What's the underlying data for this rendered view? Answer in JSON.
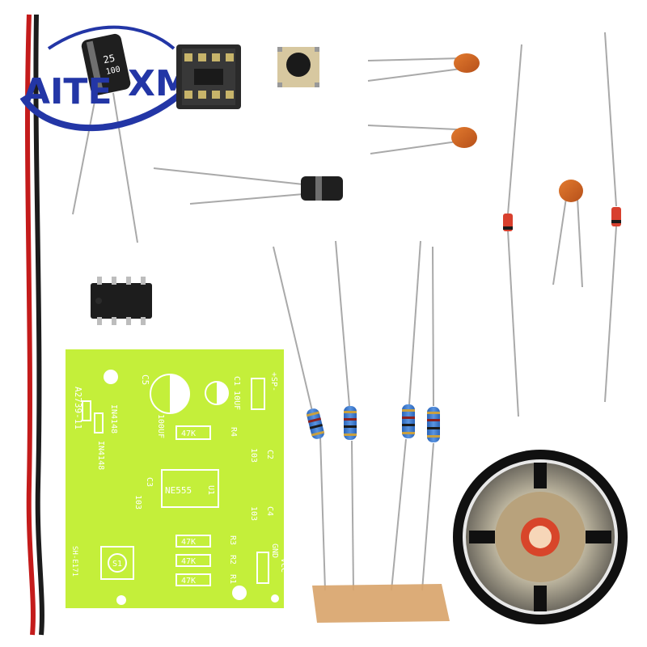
{
  "logo": {
    "text_left": "AITE",
    "text_right": "XM",
    "color": "#2336a6"
  },
  "capacitor_electrolytic_marking": {
    "voltage": "25",
    "capacitance": "100"
  },
  "pcb": {
    "board_color": "#c4ef3a",
    "silkscreen_color": "#ffffff",
    "labels": {
      "model": "A2739-11",
      "diode_a": "IN4148",
      "diode_b": "IN4148",
      "c5": "C5",
      "c5_value": "100UF",
      "c1": "C1 10UF",
      "sp": "+SP-",
      "r4_value": "47K",
      "r4": "R4",
      "c2": "C2",
      "c2_value": "103",
      "c3": "C3",
      "c3_value": "103",
      "u1_name": "NE555",
      "u1": "U1",
      "c4": "C4",
      "c4_value": "103",
      "r3_value": "47K",
      "r3": "R3",
      "r2_value": "47K",
      "r2": "R2",
      "r1_value": "47K",
      "r1": "R1",
      "gnd": "GND",
      "vcc": "VCC",
      "s1": "S1",
      "sh": "SH-E171"
    }
  },
  "icons": {
    "wire": "red-black-wire-icon",
    "ic_socket": "dip8-socket-icon",
    "ic_chip": "dip8-ic-icon",
    "button": "tact-switch-icon",
    "speaker": "speaker-icon"
  }
}
